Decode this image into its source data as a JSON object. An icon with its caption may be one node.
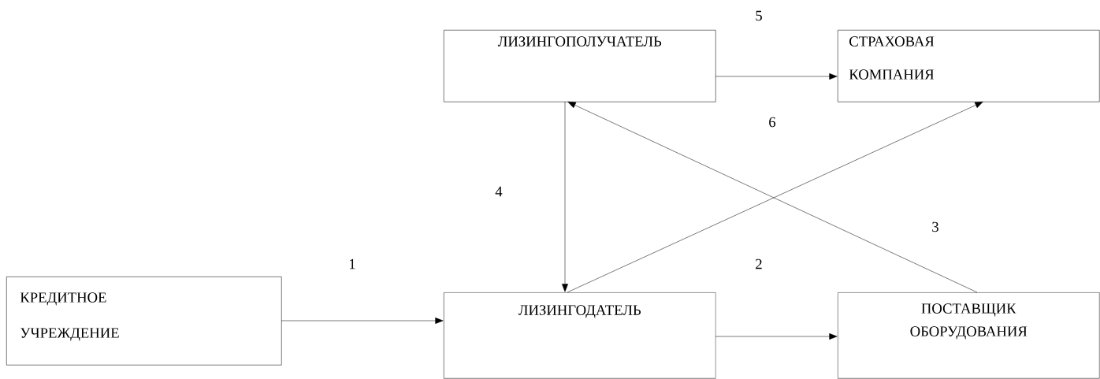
{
  "diagram": {
    "nodes": [
      {
        "text": [
          "ЛИЗИНГОПОЛУЧАТЕЛЬ"
        ]
      },
      {
        "text": [
          "СТРАХОВАЯ КОМПАНИЯ"
        ]
      },
      {
        "text": [
          "КРЕДИТНОЕ УЧРЕЖДЕНИЕ"
        ]
      },
      {
        "text": [
          "ЛИЗИНГОДАТЕЛЬ"
        ]
      },
      {
        "text": [
          "ПОСТАВЩИК ОБОРУДОВАНИЯ"
        ]
      }
    ],
    "edges": [
      {
        "from": 0,
        "to": 1,
        "arrow": "to"
      },
      {
        "from": 0,
        "to": 3,
        "arrow": "to"
      },
      {
        "from": 4,
        "to": 0,
        "arrow": "to"
      },
      {
        "from": 3,
        "to": 1,
        "arrow": "to"
      },
      {
        "from": 2,
        "to": 3,
        "arrow": "to"
      },
      {
        "from": 3,
        "to": 4,
        "arrow": "to"
      }
    ],
    "labels": [
      "5",
      "6",
      "4",
      "3",
      "1",
      "2"
    ]
  }
}
